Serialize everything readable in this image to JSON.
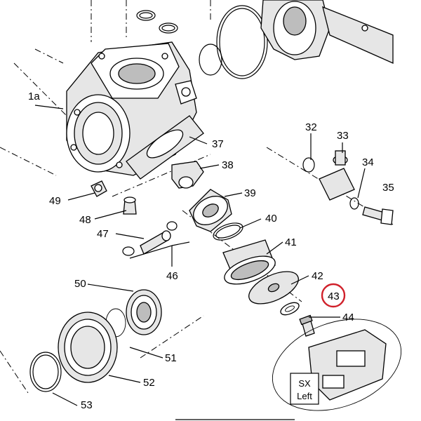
{
  "labels": {
    "p1a": "1a",
    "p32": "32",
    "p33": "33",
    "p34": "34",
    "p35": "35",
    "p37": "37",
    "p38": "38",
    "p39": "39",
    "p40": "40",
    "p41": "41",
    "p42": "42",
    "p43": "43",
    "p44": "44",
    "p46": "46",
    "p47": "47",
    "p48": "48",
    "p49": "49",
    "p50": "50",
    "p51": "51",
    "p52": "52",
    "p53": "53"
  },
  "side_box": {
    "line1": "SX",
    "line2": "Left"
  },
  "highlighted_part": "43",
  "colors": {
    "highlight": "#d0202a",
    "ink": "#000000"
  }
}
